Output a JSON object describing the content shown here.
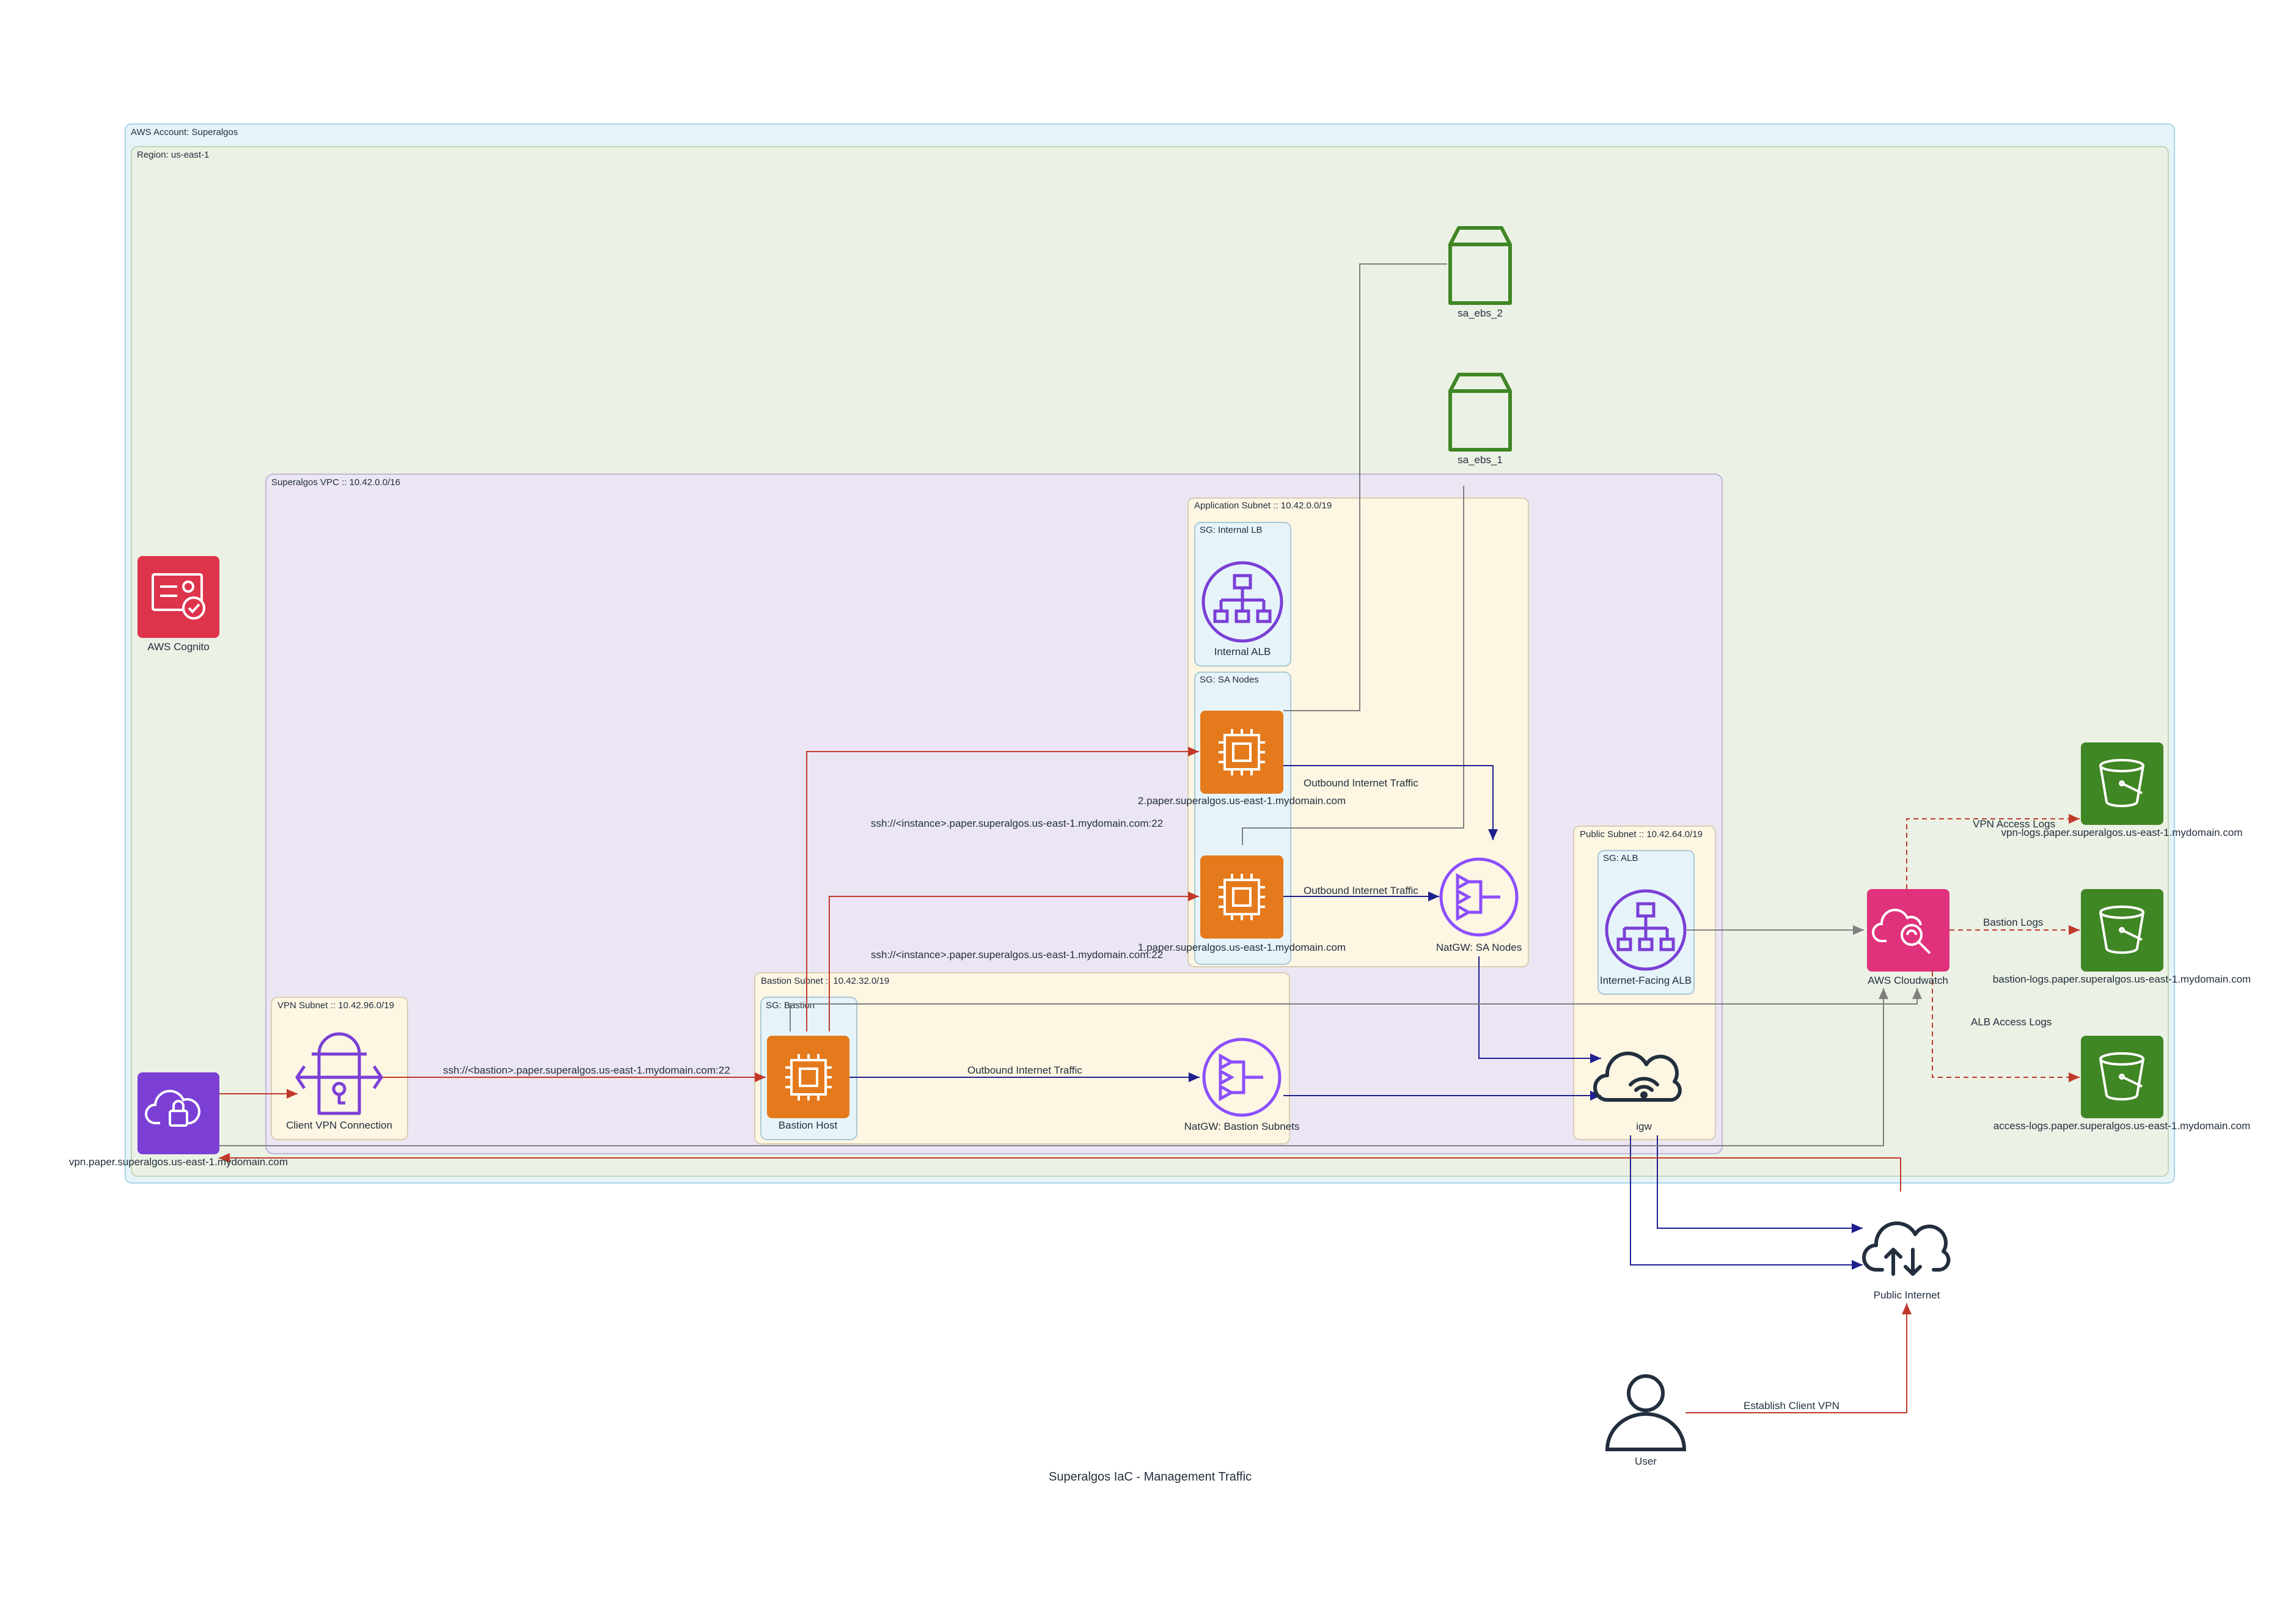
{
  "diagram": {
    "title": "Superalgos IaC - Management Traffic",
    "colors": {
      "account_bg": "#e6f4fa",
      "account_border": "#a9d4e6",
      "region_bg": "#ebf1e4",
      "region_border": "#c2d6b4",
      "vpc_bg": "#ece6f4",
      "vpc_border": "#c2b6d6",
      "subnet_bg": "#fdf6e3",
      "subnet_border": "#d8cdb0",
      "sg_bg": "#e6f4fa",
      "sg_border": "#a9c8d6",
      "ec2": "#e57a1c",
      "s3": "#3f8624",
      "ebs": "#3f8624",
      "cognito": "#dd344c",
      "vpn": "#7b3fd6",
      "network_purple": "#8c4fff",
      "cloudwatch": "#e0317c",
      "ink": "#232f3e",
      "edge_red": "#c0392b",
      "edge_blue": "#1f1f8f",
      "edge_gray": "#7f7f7f"
    },
    "groups": {
      "account": "AWS Account: Superalgos",
      "region": "Region: us-east-1",
      "vpc": "Superalgos VPC :: 10.42.0.0/16",
      "app_subnet": "Application Subnet :: 10.42.0.0/19",
      "sg_internal_lb": "SG: Internal LB",
      "sg_sa_nodes": "SG: SA Nodes",
      "public_subnet": "Public Subnet :: 10.42.64.0/19",
      "sg_alb": "SG: ALB",
      "vpn_subnet": "VPN Subnet :: 10.42.96.0/19",
      "bastion_subnet": "Bastion Subnet :: 10.42.32.0/19",
      "sg_bastion": "SG: Bastion"
    },
    "nodes": {
      "sa_ebs_2": "sa_ebs_2",
      "sa_ebs_1": "sa_ebs_1",
      "cognito": "AWS Cognito",
      "internal_alb": "Internal ALB",
      "node2": "2.paper.superalgos.us-east-1.mydomain.com",
      "node1": "1.paper.superalgos.us-east-1.mydomain.com",
      "natgw_sa": "NatGW: SA Nodes",
      "internet_alb": "Internet-Facing ALB",
      "cloudwatch": "AWS Cloudwatch",
      "s3_vpn": "vpn-logs.paper.superalgos.us-east-1.mydomain.com",
      "s3_bastion": "bastion-logs.paper.superalgos.us-east-1.mydomain.com",
      "s3_access": "access-logs.paper.superalgos.us-east-1.mydomain.com",
      "vpn_endpoint": "vpn.paper.superalgos.us-east-1.mydomain.com",
      "client_vpn": "Client VPN Connection",
      "bastion_host": "Bastion Host",
      "natgw_bastion": "NatGW: Bastion Subnets",
      "igw": "igw",
      "public_internet": "Public Internet",
      "user": "User"
    },
    "edges": {
      "ssh_instance_2": "ssh://<instance>.paper.superalgos.us-east-1.mydomain.com:22",
      "ssh_instance_1": "ssh://<instance>.paper.superalgos.us-east-1.mydomain.com:22",
      "outbound_2": "Outbound Internet Traffic",
      "outbound_1": "Outbound Internet Traffic",
      "ssh_bastion": "ssh://<bastion>.paper.superalgos.us-east-1.mydomain.com:22",
      "outbound_bastion": "Outbound Internet Traffic",
      "vpn_access_logs": "VPN Access Logs",
      "bastion_logs": "Bastion Logs",
      "alb_access_logs": "ALB Access Logs",
      "establish_vpn": "Establish Client VPN"
    }
  }
}
